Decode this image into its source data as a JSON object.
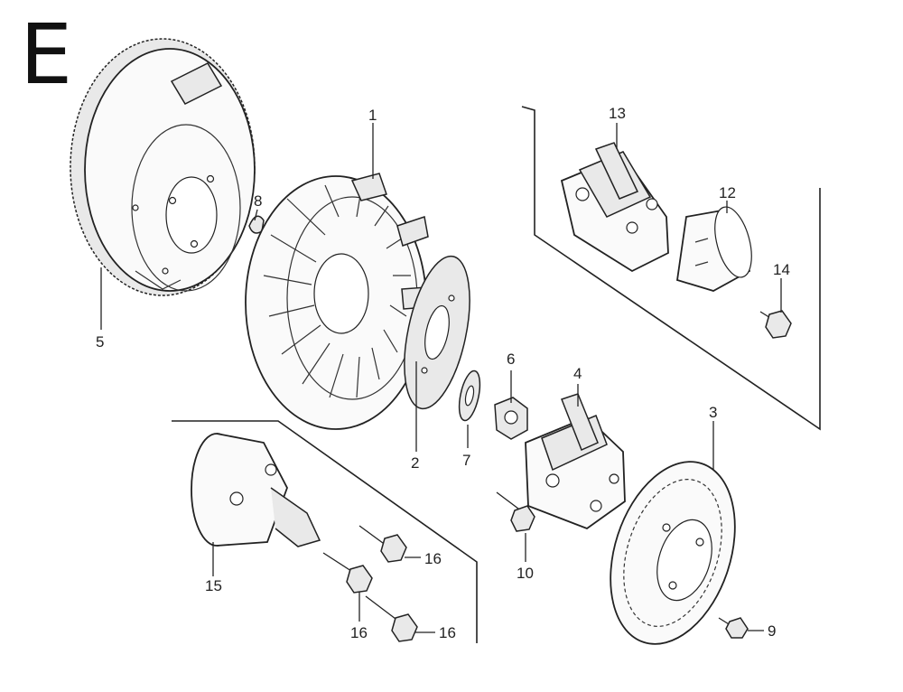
{
  "section_letter": "E",
  "callouts": {
    "c1": "1",
    "c2": "2",
    "c3": "3",
    "c4": "4",
    "c5": "5",
    "c6": "6",
    "c7": "7",
    "c8": "8",
    "c9": "9",
    "c10": "10",
    "c12": "12",
    "c13": "13",
    "c14": "14",
    "c15": "15",
    "c16a": "16",
    "c16b": "16",
    "c16c": "16"
  }
}
